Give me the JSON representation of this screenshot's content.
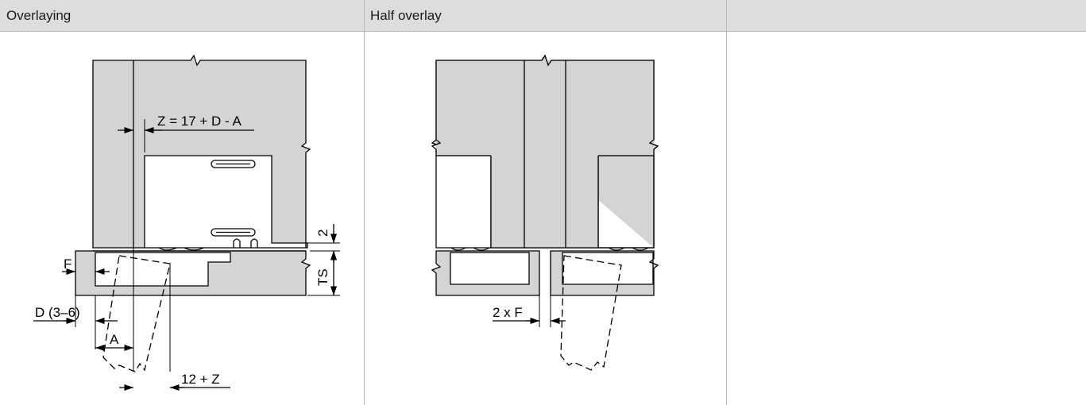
{
  "columns": [
    {
      "header": "Overlaying"
    },
    {
      "header": "Half overlay"
    },
    {
      "header": ""
    }
  ],
  "overlaying": {
    "dim_z": "Z = 17 + D - A",
    "dim_2": "2",
    "dim_f": "F",
    "dim_ts": "TS",
    "dim_d": "D (3–6)",
    "dim_a": "A",
    "dim_12z": "12 + Z"
  },
  "half_overlay": {
    "dim_2xf": "2 x F"
  },
  "colors": {
    "panel_fill": "#d4d4d4",
    "header_bg": "#dddddd",
    "line": "#000000"
  }
}
